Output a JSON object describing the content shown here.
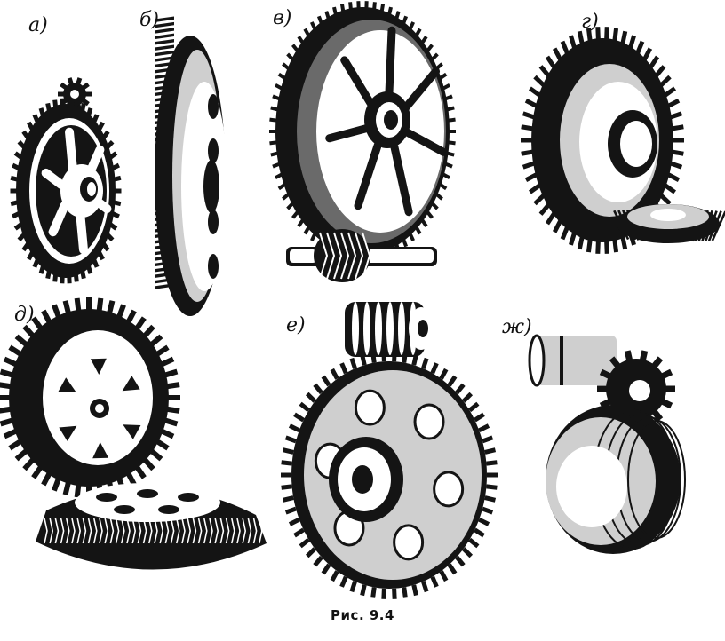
{
  "labels": {
    "a": "а)",
    "b": "б)",
    "v": "в)",
    "g": "г)",
    "d": "д)",
    "e": "е)",
    "zh": "ж)"
  },
  "caption": "Рис. 9.4",
  "colors": {
    "ink": "#141414",
    "paper": "#ffffff",
    "mid": "#6a6a6a",
    "light": "#cfcfcf"
  }
}
